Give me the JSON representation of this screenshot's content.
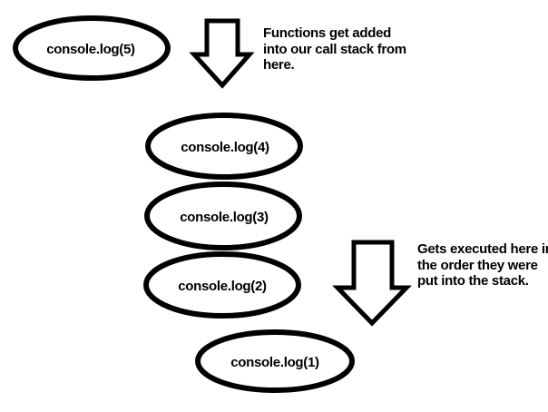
{
  "diagram": {
    "colors": {
      "ink": "#000000",
      "background": "#ffffff"
    },
    "floating_item": {
      "label": "console.log(5)"
    },
    "stack_items": [
      {
        "label": "console.log(4)"
      },
      {
        "label": "console.log(3)"
      },
      {
        "label": "console.log(2)"
      },
      {
        "label": "console.log(1)"
      }
    ],
    "icons": {
      "push_arrow": "down-arrow-icon",
      "execute_arrow": "down-arrow-icon"
    },
    "annotations": {
      "push": {
        "lines": [
          "Functions get added",
          "into our call stack from",
          "here."
        ]
      },
      "execute": {
        "lines": [
          "Gets executed here in",
          "the order they were",
          "put into the stack."
        ]
      }
    }
  }
}
